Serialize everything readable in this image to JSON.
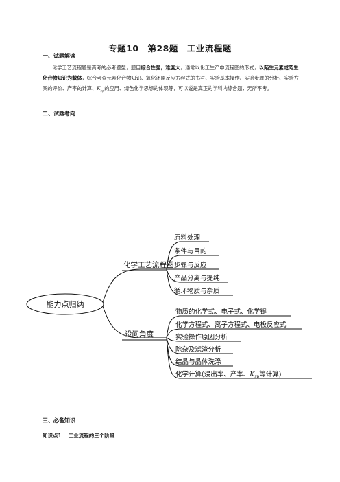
{
  "title": {
    "part1": "专题10",
    "part2": "第28题",
    "part3": "工业流程题"
  },
  "section1": "一、试题解读",
  "para": {
    "s1": "化学工艺流程题是高考的必考题型，题目",
    "b1": "综合性强，难度大",
    "s2": "，通常以化工生产中流程图的形式，",
    "b2": "以陌生元素或陌生化合物知识为载体",
    "s3": "，综合考查元素化合物知识、氧化还原反应方程式的书写、实验基本操作、实验步骤的分析、实验方案的评价、产率的计算、",
    "ksp": "K",
    "ksp_sub": "sp",
    "s4": "的应用、绿色化学思想的体现等，可以说是真正的学科内综合题，无所不考。"
  },
  "section2": "二、试题考向",
  "mindmap": {
    "center": "能力点归纳",
    "branch1": {
      "label": "化学工艺流程图",
      "items": [
        "原料处理",
        "条件与目的",
        "步骤与反应",
        "产品分离与提纯",
        "循环物质与杂质"
      ]
    },
    "branch2": {
      "label": "设问角度",
      "items": [
        "物质的化学式、电子式、化学键",
        "化学方程式、离子方程式、电极反应式",
        "实验操作原因分析",
        "除杂及滤渣分析",
        "结晶与晶体洗涤"
      ],
      "last_prefix": "化学计算(浸出率、产率、",
      "last_k": "K",
      "last_sub": "sp",
      "last_suffix": "等计算)"
    }
  },
  "section3": "三、必备知识",
  "knowledge1": {
    "label": "知识点1",
    "text": "工业流程的三个阶段"
  }
}
